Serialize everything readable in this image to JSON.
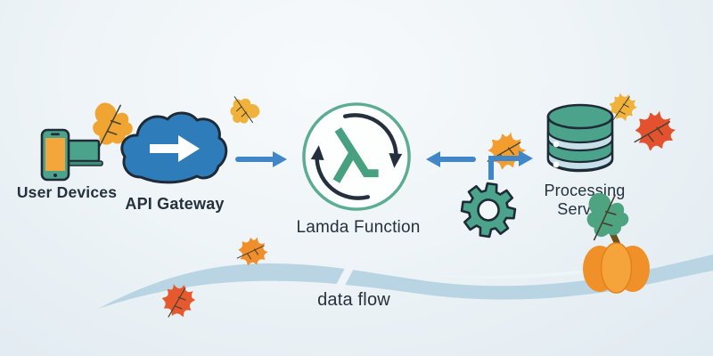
{
  "diagram": {
    "title_hint": "serverless data flow illustration, autumn theme",
    "nodes": [
      {
        "id": "user-devices",
        "label": "User Devices",
        "icon": "smartphone-laptop-icon"
      },
      {
        "id": "api-gateway",
        "label": "API Gateway",
        "icon": "cloud-arrow-icon"
      },
      {
        "id": "lambda-function",
        "label": "Lamda Function",
        "icon": "lambda-sync-icon"
      },
      {
        "id": "processing-service",
        "label_line1": "Processing",
        "label_line2": "Service",
        "icon": "database-icon"
      }
    ],
    "connectors": [
      {
        "from": "api-gateway",
        "to": "lambda-function",
        "style": "straight-right-arrow"
      },
      {
        "from": "processing-service",
        "to": "lambda-function",
        "style": "straight-left-arrow"
      },
      {
        "from": "gear",
        "to": "processing-service",
        "style": "elbow-up-right-arrow"
      }
    ],
    "caption": "data flow"
  },
  "decorations": {
    "gear_icon_color": "#4aa38a",
    "wave_color": "#b9d5e4",
    "pumpkin": {
      "body": "#ef9128",
      "center_lobe": "#f5a43b",
      "stem": "#6d521c",
      "leaf": "#4ea381"
    },
    "leaves": [
      {
        "name": "oak-leaf-top-left",
        "color": "#f0a431"
      },
      {
        "name": "oak-leaf-top-middle",
        "color": "#f1b23c"
      },
      {
        "name": "maple-leaf-below-gateway",
        "color": "#ef8e2b"
      },
      {
        "name": "maple-leaf-above-gear",
        "color": "#f29d2e"
      },
      {
        "name": "maple-leaf-db-yellow",
        "color": "#f1b23c"
      },
      {
        "name": "maple-leaf-db-red",
        "color": "#e4512e"
      },
      {
        "name": "maple-leaf-on-wave",
        "color": "#e6592f"
      }
    ]
  },
  "colors": {
    "background": "#eef4f7",
    "cloud_blue": "#2e7cb9",
    "connector_blue": "#3f87c9",
    "teal": "#4aa38a",
    "outline_dark": "#1e2b37",
    "lambda_green": "#47a080",
    "lambda_ring": "#5aad8f",
    "sync_arrow_dark": "#25303f",
    "band_light_blue": "#c6dfe9",
    "phone_screen_orange": "#f3a63c",
    "text": "#25313c"
  }
}
